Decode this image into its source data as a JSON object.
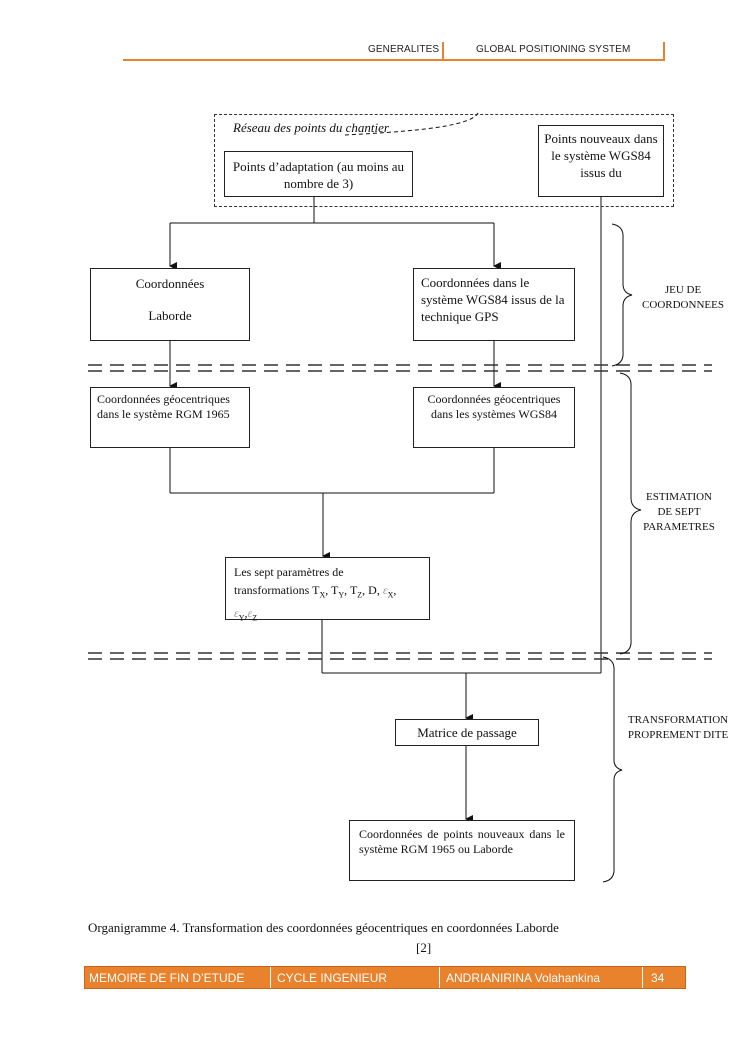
{
  "header": {
    "left": "GENERALITES",
    "right": "GLOBAL POSITIONING SYSTEM"
  },
  "flow": {
    "network_label": "Réseau des points du chantier",
    "adaptation": "Points d’adaptation (au moins au nombre de 3)",
    "new_points": "Points nouveaux dans le système WGS84 issus du",
    "laborde_line1": "Coordonnées",
    "laborde_line2": "Laborde",
    "wgs_gps": "Coordonnées dans le système WGS84 issus de la technique GPS",
    "geo_rgm": "Coordonnées géocentriques dans le système RGM 1965",
    "geo_wgs": "Coordonnées géocentriques dans les systèmes WGS84",
    "params_line1": "Les sept paramètres de",
    "params_line2": "transformations T",
    "sub_x": "X",
    "sub_y": "Y",
    "sub_z": "Z",
    "comma": ", ",
    "d_part": ", D, ",
    "eps": "ε",
    "matrix": "Matrice de passage",
    "result": "Coordonnées de points nouveaux dans le système RGM 1965 ou Laborde"
  },
  "braces": {
    "jeu_line1": "JEU DE",
    "jeu_line2": "COORDONNEES",
    "est_line1": "ESTIMATION",
    "est_line2": "DE SEPT",
    "est_line3": "PARAMETRES",
    "trans_line1": "TRANSFORMATION",
    "trans_line2": "PROPREMENT DITE"
  },
  "caption": "Organigramme 4. Transformation des coordonnées géocentriques en coordonnées Laborde",
  "reference": "[2]",
  "footer": {
    "memoire": "MEMOIRE DE FIN D’ETUDE",
    "cycle": "CYCLE INGENIEUR",
    "author": "ANDRIANIRINA Volahankina",
    "page": "34"
  }
}
